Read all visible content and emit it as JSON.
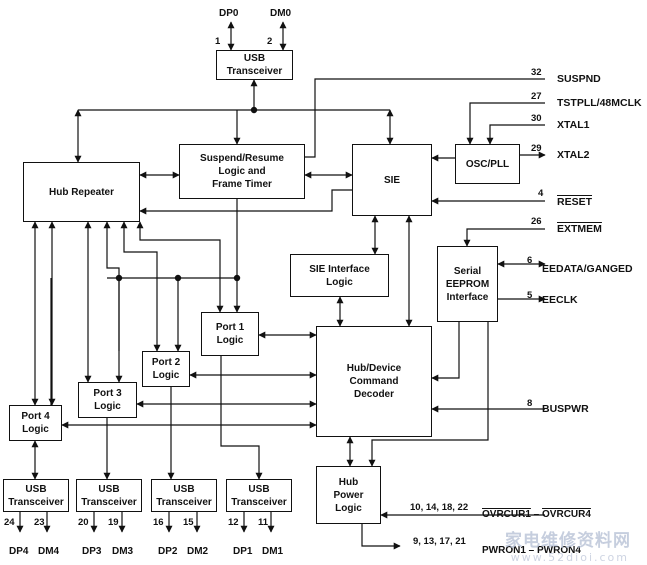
{
  "blocks": {
    "usb_top": "USB\nTransceiver",
    "suspend": "Suspend/Resume\nLogic and\nFrame Timer",
    "sie": "SIE",
    "osc": "OSC/PLL",
    "hub_repeater": "Hub Repeater",
    "sie_interface": "SIE Interface\nLogic",
    "serial_eeprom": "Serial\nEEPROM\nInterface",
    "port1": "Port 1\nLogic",
    "port2": "Port 2\nLogic",
    "port3": "Port 3\nLogic",
    "port4": "Port 4\nLogic",
    "hub_device": "Hub/Device\nCommand\nDecoder",
    "hub_power": "Hub\nPower\nLogic",
    "usb1": "USB\nTransceiver",
    "usb2": "USB\nTransceiver",
    "usb3": "USB\nTransceiver",
    "usb4": "USB\nTransceiver"
  },
  "signals": {
    "dp0": "DP0",
    "dm0": "DM0",
    "suspnd": "SUSPND",
    "tstpll": "TSTPLL/48MCLK",
    "xtal1": "XTAL1",
    "xtal2": "XTAL2",
    "reset": "RESET",
    "extmem": "EXTMEM",
    "eedata": "EEDATA/GANGED",
    "eeclk": "EECLK",
    "buspwr": "BUSPWR",
    "ovrcur_a": "OVRCUR1",
    "ovrcur_dash": " – ",
    "ovrcur_b": "OVRCUR4",
    "pwron": "PWRON1 – PWRON4",
    "dp4": "DP4",
    "dm4": "DM4",
    "dp3": "DP3",
    "dm3": "DM3",
    "dp2": "DP2",
    "dm2": "DM2",
    "dp1": "DP1",
    "dm1": "DM1"
  },
  "pins": {
    "dp0": "1",
    "dm0": "2",
    "suspnd": "32",
    "tstpll": "27",
    "xtal1": "30",
    "xtal2": "29",
    "reset": "4",
    "extmem": "26",
    "eedata": "6",
    "eeclk": "5",
    "buspwr": "8",
    "ovrcur": "10, 14, 18, 22",
    "pwron": "9, 13, 17, 21",
    "dp4": "24",
    "dm4": "23",
    "dp3": "20",
    "dm3": "19",
    "dp2": "16",
    "dm2": "15",
    "dp1": "12",
    "dm1": "11"
  },
  "watermark": {
    "main": "家电维修资料网",
    "url": "www.52dioi.com"
  }
}
